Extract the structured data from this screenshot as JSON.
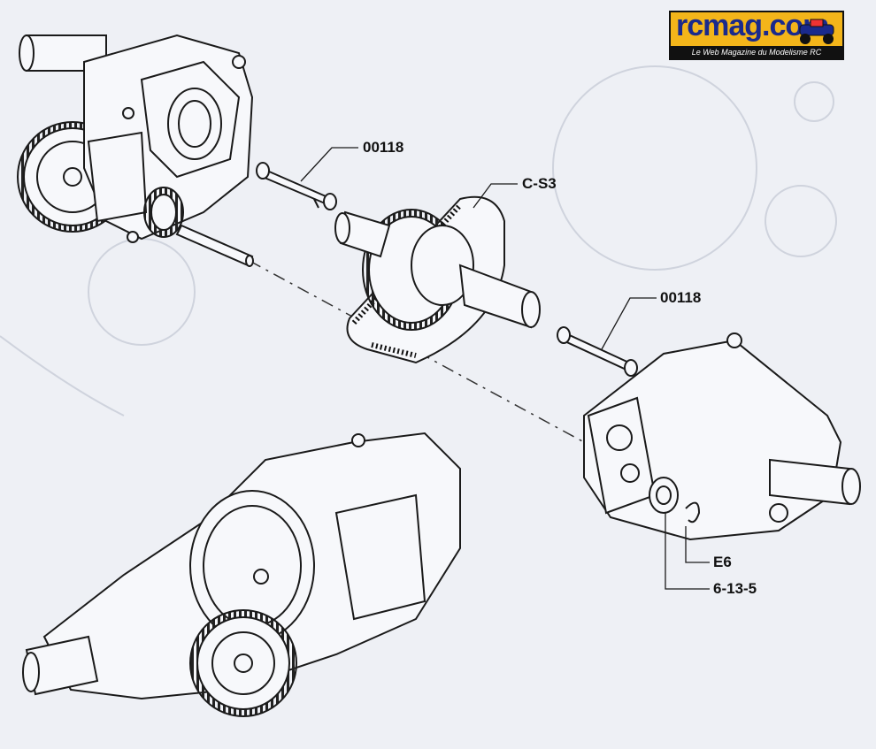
{
  "diagram": {
    "callouts": {
      "c1": "00118",
      "c2": "C-S3",
      "c3": "00118",
      "c4": "E6",
      "c5": "6-13-5"
    },
    "logo": {
      "name": "rcmag.com",
      "tagline": "Le Web Magazine du Modelisme RC"
    },
    "colors": {
      "paper": "#eef0f5",
      "ink": "#1a1a1a",
      "logo_bg": "#f3b51a",
      "logo_text": "#1a2a8c"
    }
  }
}
